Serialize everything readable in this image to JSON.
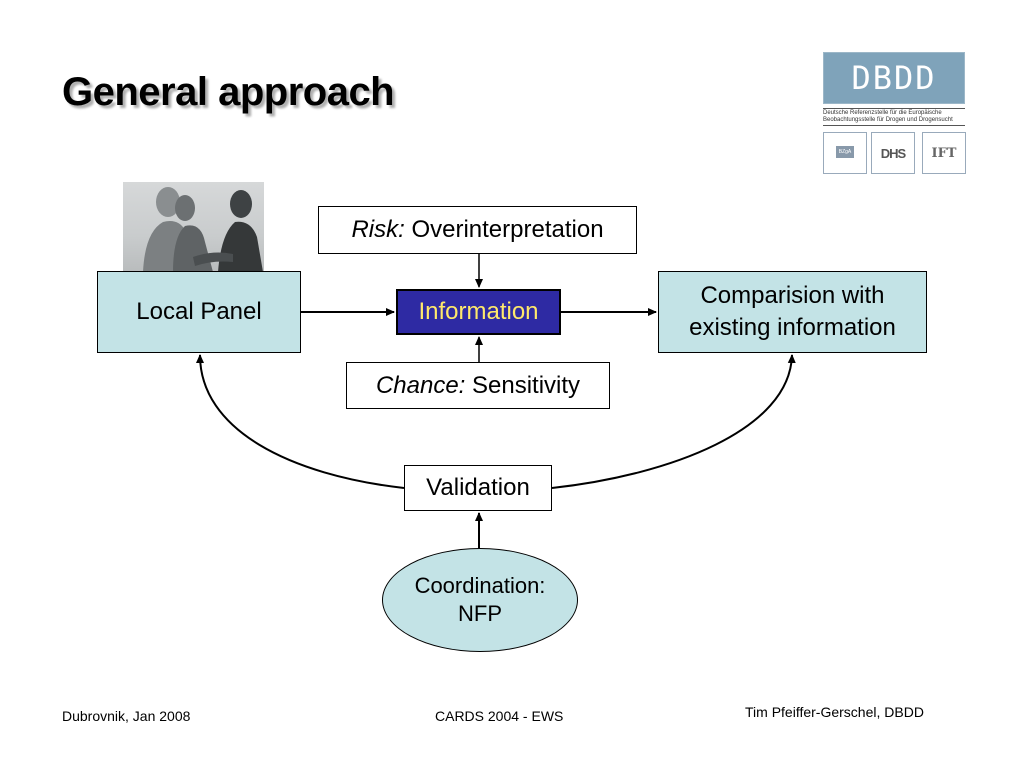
{
  "title": "General approach",
  "logo": {
    "main": "DBDD",
    "sub_line1": "Deutsche Referenzstelle für die Europäische",
    "sub_line2": "Beobachtungsstelle für Drogen und Drogensucht",
    "tile1": "BZgA",
    "tile2": "DHS",
    "tile3": "IFT"
  },
  "diagram": {
    "local_panel": "Local Panel",
    "information": "Information",
    "risk_label": "Risk:",
    "risk_text": "Overinterpretation",
    "chance_label": "Chance:",
    "chance_text": "Sensitivity",
    "comparison_line1": "Comparision with",
    "comparison_line2": "existing information",
    "validation": "Validation",
    "coordination_line1": "Coordination:",
    "coordination_line2": "NFP"
  },
  "footer": {
    "left": "Dubrovnik, Jan 2008",
    "center": "CARDS 2004 - EWS",
    "right": "Tim Pfeiffer-Gerschel, DBDD"
  }
}
